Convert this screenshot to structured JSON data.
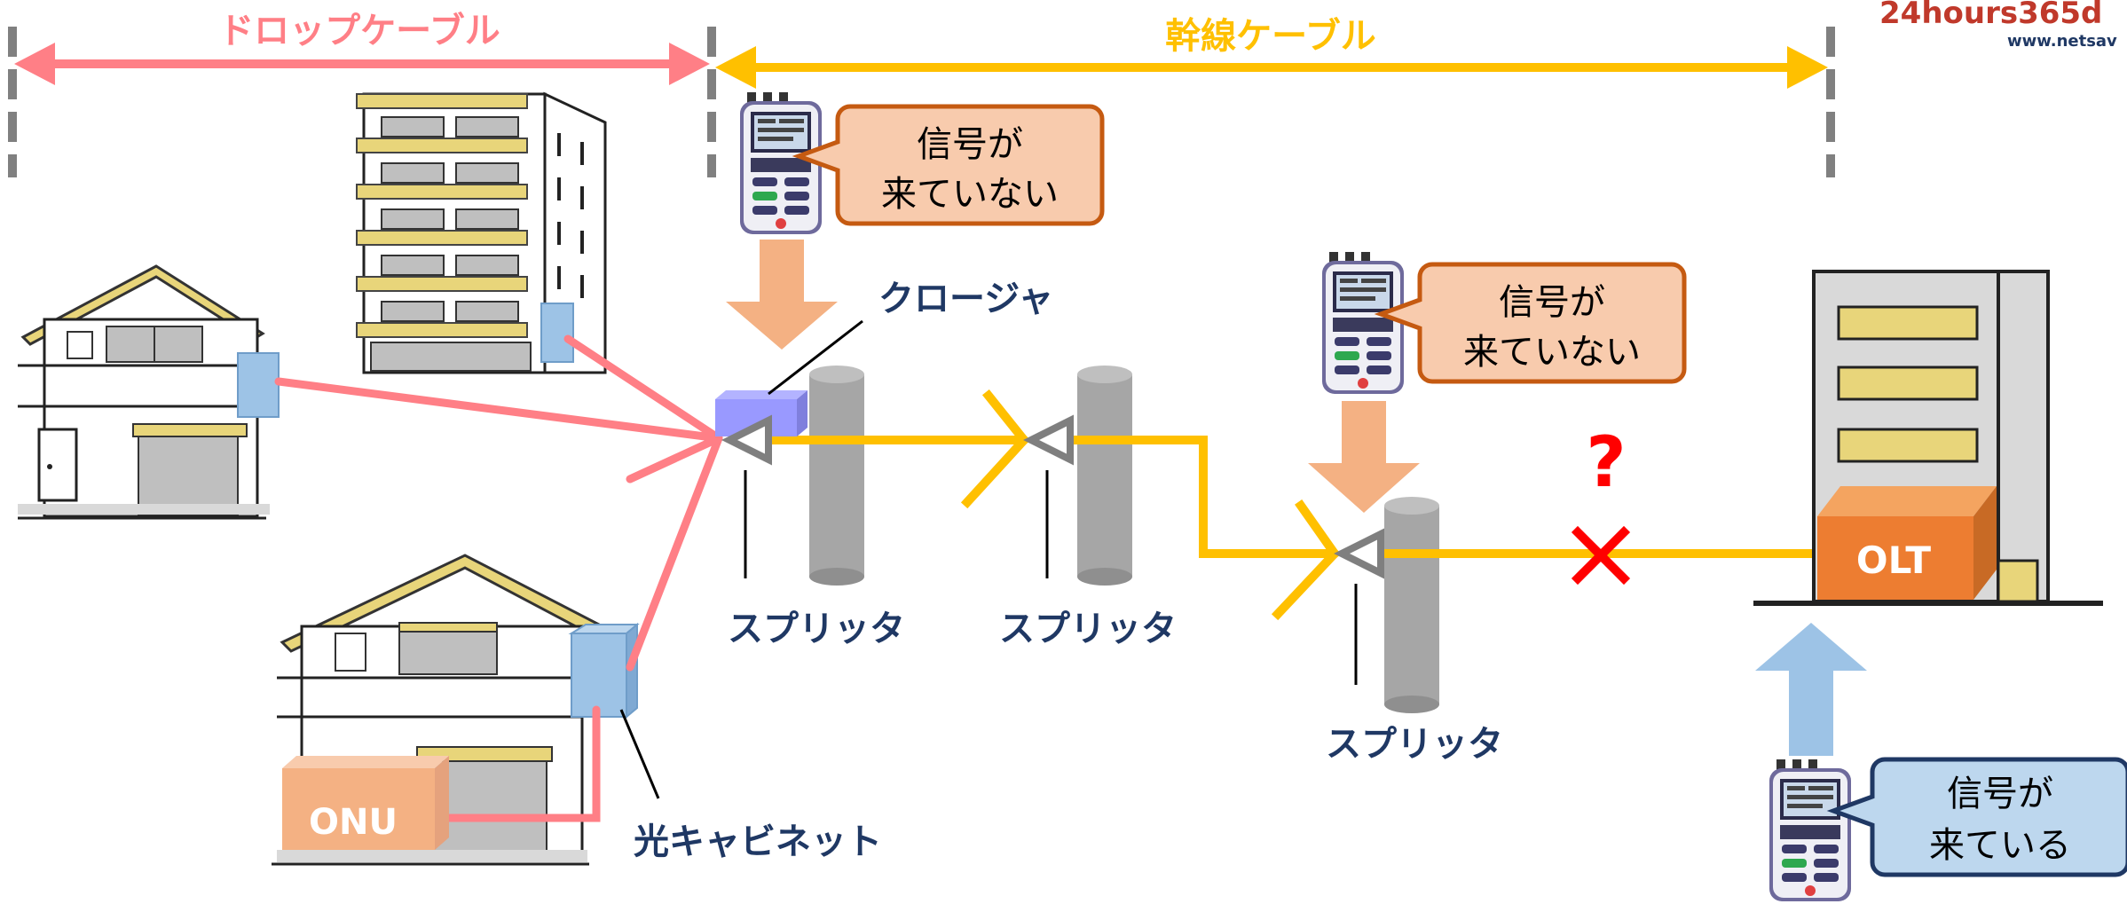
{
  "brand": {
    "logo_text_main": "24hours365d",
    "logo_text_sub": "www.netsav"
  },
  "spans": {
    "drop_cable": "ドロップケーブル",
    "trunk_cable": "幹線ケーブル"
  },
  "callouts": {
    "closure_no_signal": [
      "信号が",
      "来ていない"
    ],
    "splitter_no_signal": [
      "信号が",
      "来ていない"
    ],
    "olt_signal_ok": [
      "信号が",
      "来ている"
    ]
  },
  "labels": {
    "closure": "クロージャ",
    "splitter_1": "スプリッタ",
    "splitter_2": "スプリッタ",
    "splitter_3": "スプリッタ",
    "optical_cabinet": "光キャビネット",
    "onu": "ONU",
    "olt": "OLT",
    "fault_question": "?"
  },
  "colors": {
    "drop_cable": "#ff7f86",
    "trunk_cable": "#ffc000",
    "closure": "#9999ff",
    "callout_warn_fill": "#f8cbad",
    "callout_warn_stroke": "#c55a11",
    "callout_ok_fill": "#bdd7ee",
    "callout_ok_stroke": "#1f3864",
    "label_text": "#1f3864",
    "fault": "#ff0000",
    "olt": "#ed7d31",
    "onu": "#f4b183",
    "pole": "#a6a6a6",
    "down_arrow": "#f4b183",
    "up_arrow": "#9dc3e6"
  },
  "icons": [
    "otdr-meter-icon",
    "fault-x-icon",
    "building-icon",
    "house-icon",
    "splitter-icon",
    "closure-icon",
    "olt-icon",
    "onu-icon"
  ]
}
